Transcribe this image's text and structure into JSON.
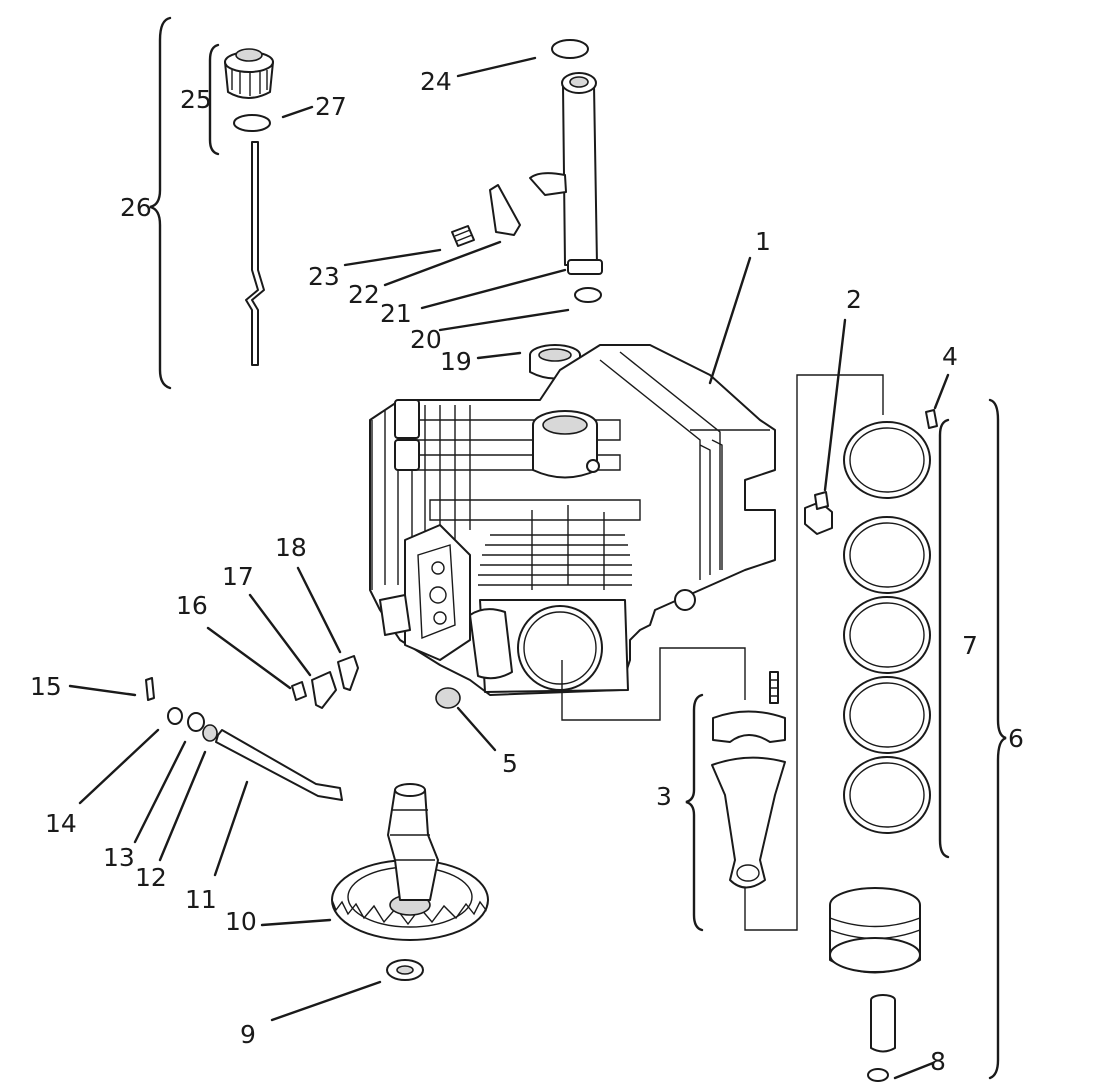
{
  "callouts": {
    "c1": "1",
    "c2": "2",
    "c3": "3",
    "c4": "4",
    "c5": "5",
    "c6": "6",
    "c7": "7",
    "c8": "8",
    "c9": "9",
    "c10": "10",
    "c11": "11",
    "c12": "12",
    "c13": "13",
    "c14": "14",
    "c15": "15",
    "c16": "16",
    "c17": "17",
    "c18": "18",
    "c19": "19",
    "c20": "20",
    "c21": "21",
    "c22": "22",
    "c23": "23",
    "c24": "24",
    "c25": "25",
    "c26": "26",
    "c27": "27"
  },
  "colors": {
    "ink": "#1a1a1a",
    "paper": "#ffffff",
    "shade": "#d8d8d8"
  }
}
